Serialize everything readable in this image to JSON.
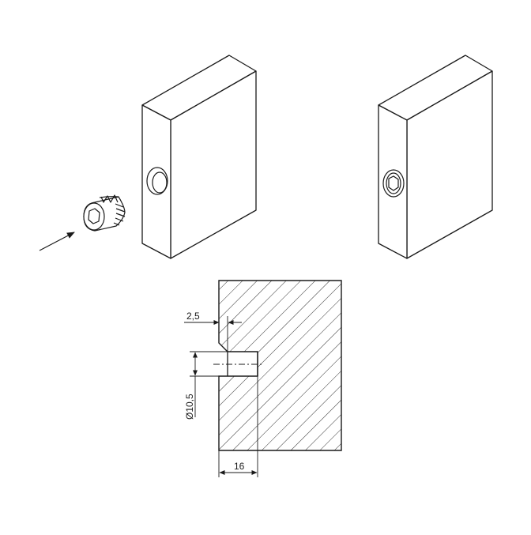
{
  "dimensions": {
    "depth_label": "2,5",
    "diameter_label": "Ø10,5",
    "length_label": "16"
  },
  "colors": {
    "line": "#1a1a1a",
    "background": "#ffffff"
  },
  "icons": {
    "insert": "threaded-insert-icon",
    "arrow": "insertion-arrow-icon",
    "hex_socket": "hex-socket-icon"
  }
}
